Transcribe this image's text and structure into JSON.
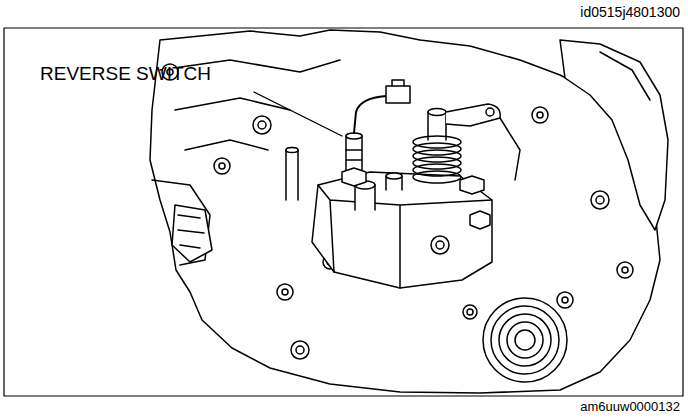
{
  "diagram": {
    "labels": [
      "REVERSE SWITCH",
      "id0515j4801300",
      "am6uuw0000132"
    ]
  }
}
